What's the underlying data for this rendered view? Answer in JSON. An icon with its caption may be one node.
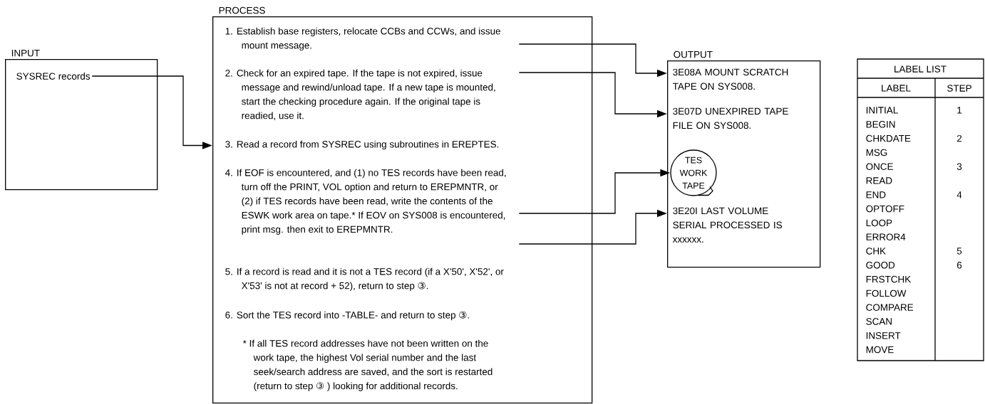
{
  "diagram": {
    "nodes": [
      {
        "text": [
          "INPUT"
        ]
      },
      {
        "text": [
          "SYSREC records"
        ],
        "in": 0
      },
      {
        "text": [
          "PROCESS"
        ]
      },
      {
        "text": [
          "1. Establish base registers, relocate CCBs and CCWs, and issue mount message."
        ],
        "in": 2
      },
      {
        "text": [
          "2. Check for an expired tape. If the tape is not expired, issue message and rewind/unload tape. If a new tape is mounted, start the checking procedure again. If the original tape is readied, use it."
        ],
        "in": 2
      },
      {
        "text": [
          "3. Read a record from SYSREC using subroutines in EREPTES."
        ],
        "in": 2
      },
      {
        "text": [
          "4. If EOF is encountered, and (1) no TES records have been read, turn off the PRINT, VOL option and return to EREPMNTR, or (2) if TES records have been read, write the contents of the ESWK work area on tape.* If EOV on SYS008 is encountered, print msg. then exit to EREPMNTR."
        ],
        "in": 2
      },
      {
        "text": [
          "5. If a record is read and it is not a TES record (if a X'50', X'52', or X'53' is not at record + 52), return to step ③."
        ],
        "in": 2
      },
      {
        "text": [
          "6. Sort the TES record into -TABLE- and return to step ③."
        ],
        "in": 2
      },
      {
        "text": [
          "* If all TES record addresses have not been written on the work tape, the highest Vol serial number and the last seek/search address are saved, and the sort is restarted (return to step ③ ) looking for additional records."
        ],
        "in": 2
      },
      {
        "text": [
          "OUTPUT"
        ]
      },
      {
        "text": [
          "3E08A MOUNT SCRATCH TAPE ON SYS008."
        ],
        "in": 10
      },
      {
        "text": [
          "3E07D UNEXPIRED TAPE FILE ON SYS008."
        ],
        "in": 10
      },
      {
        "text": [
          "TES WORK TAPE"
        ],
        "in": 10
      },
      {
        "text": [
          "3E20I LAST VOLUME SERIAL PROCESSED IS xxxxxx."
        ],
        "in": 10
      }
    ],
    "edges": [
      {
        "from": 1,
        "to": 5,
        "arrow": "to"
      },
      {
        "from": 3,
        "to": 11,
        "arrow": "to"
      },
      {
        "from": 4,
        "to": 12,
        "arrow": "to"
      },
      {
        "from": 6,
        "to": 13,
        "arrow": "to"
      },
      {
        "from": 6,
        "to": 14,
        "arrow": "to"
      }
    ],
    "labels": [
      "LABEL LIST",
      "LABEL",
      "STEP",
      "INITIAL",
      "1",
      "BEGIN",
      "CHKDATE",
      "2",
      "MSG",
      "ONCE",
      "3",
      "READ",
      "END",
      "4",
      "OPTOFF",
      "LOOP",
      "ERROR4",
      "CHK",
      "5",
      "GOOD",
      "6",
      "FRSTCHK",
      "FOLLOW",
      "COMPARE",
      "SCAN",
      "INSERT",
      "MOVE"
    ]
  }
}
